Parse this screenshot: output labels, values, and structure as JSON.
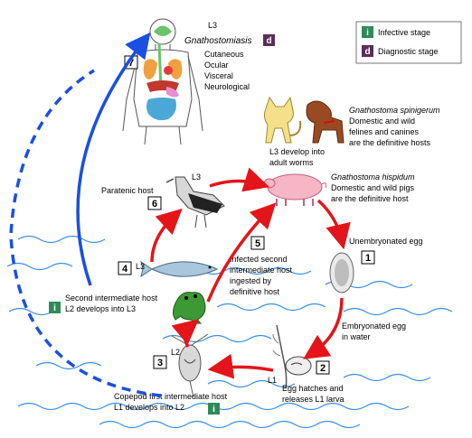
{
  "legend": {
    "infective": {
      "letter": "i",
      "label": "Infective stage",
      "color": "#2e8b57"
    },
    "diagnostic": {
      "letter": "d",
      "label": "Diagnostic stage",
      "color": "#5a2d5a"
    }
  },
  "human": {
    "stage": "L3",
    "disease": "Gnathostomiasis",
    "badge": "d",
    "forms": [
      "Cutaneous",
      "Ocular",
      "Visceral",
      "Neurological"
    ],
    "step": "7"
  },
  "definitive_host": {
    "spinigerum_title": "Gnathostoma spinigerum",
    "spinigerum_lines": [
      "Domestic and wild",
      "felines and canines",
      "are the definitive hosts"
    ],
    "adult_lines": [
      "L3 develop into",
      "adult worms"
    ],
    "hispidum_title": "Gnathostoma hispidum",
    "hispidum_lines": [
      "Domestic and wild pigs",
      "are the definitive host"
    ]
  },
  "paratenic": {
    "label": "Paratenic host",
    "stage": "L3",
    "step": "6"
  },
  "step5": {
    "step": "5",
    "lines": [
      "Infected second",
      "intermediate host",
      "ingested by",
      "definitive host"
    ]
  },
  "step1": {
    "label": "Unembryonated egg",
    "step": "1"
  },
  "embryonated": {
    "lines": [
      "Embryonated egg",
      "in water"
    ]
  },
  "step2": {
    "stage": "L1",
    "step": "2",
    "lines": [
      "Egg hatches and",
      "releases L1 larva"
    ]
  },
  "step3": {
    "stage": "L2",
    "step": "3",
    "lines": [
      "Copepod first intermediate host",
      "L1 develops into L2"
    ],
    "badge": "i"
  },
  "step4": {
    "stage": "L3",
    "step": "4",
    "badge": "i",
    "lines": [
      "Second intermediate host",
      "L2 develops into L3"
    ]
  },
  "colors": {
    "red_arrow": "#e3151a",
    "blue_arrow": "#1a4fe0",
    "water": "#3a8fe8"
  }
}
